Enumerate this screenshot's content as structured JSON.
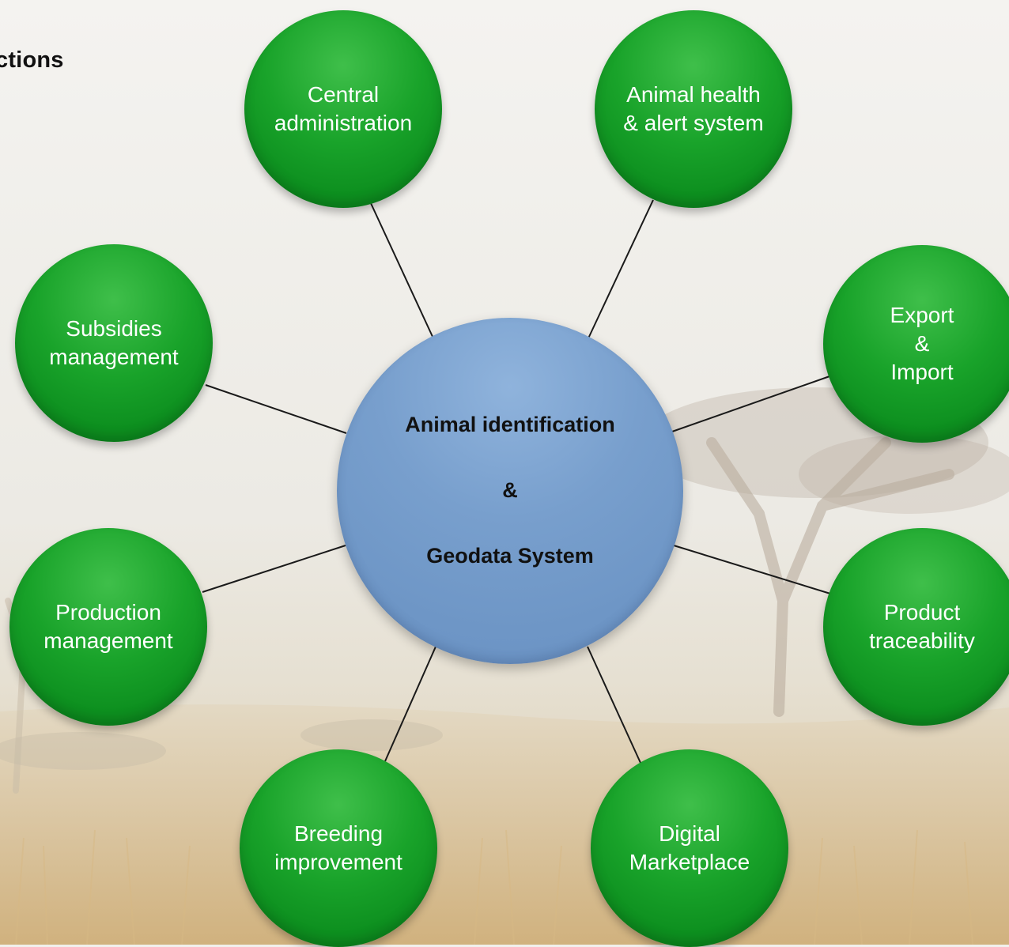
{
  "slide": {
    "title_fragment": "ctions"
  },
  "center": {
    "line1": "Animal identification",
    "line2": "&",
    "line3": "Geodata System",
    "color": "#7099cb"
  },
  "node_color": "#19a32a",
  "nodes": {
    "central": "Central\nadministration",
    "health": "Animal health\n& alert system",
    "subsidies": "Subsidies\nmanagement",
    "export": "Export\n&\nImport",
    "production": "Production\nmanagement",
    "traceability": "Product\ntraceability",
    "breeding": "Breeding\nimprovement",
    "marketplace": "Digital\nMarketplace"
  }
}
